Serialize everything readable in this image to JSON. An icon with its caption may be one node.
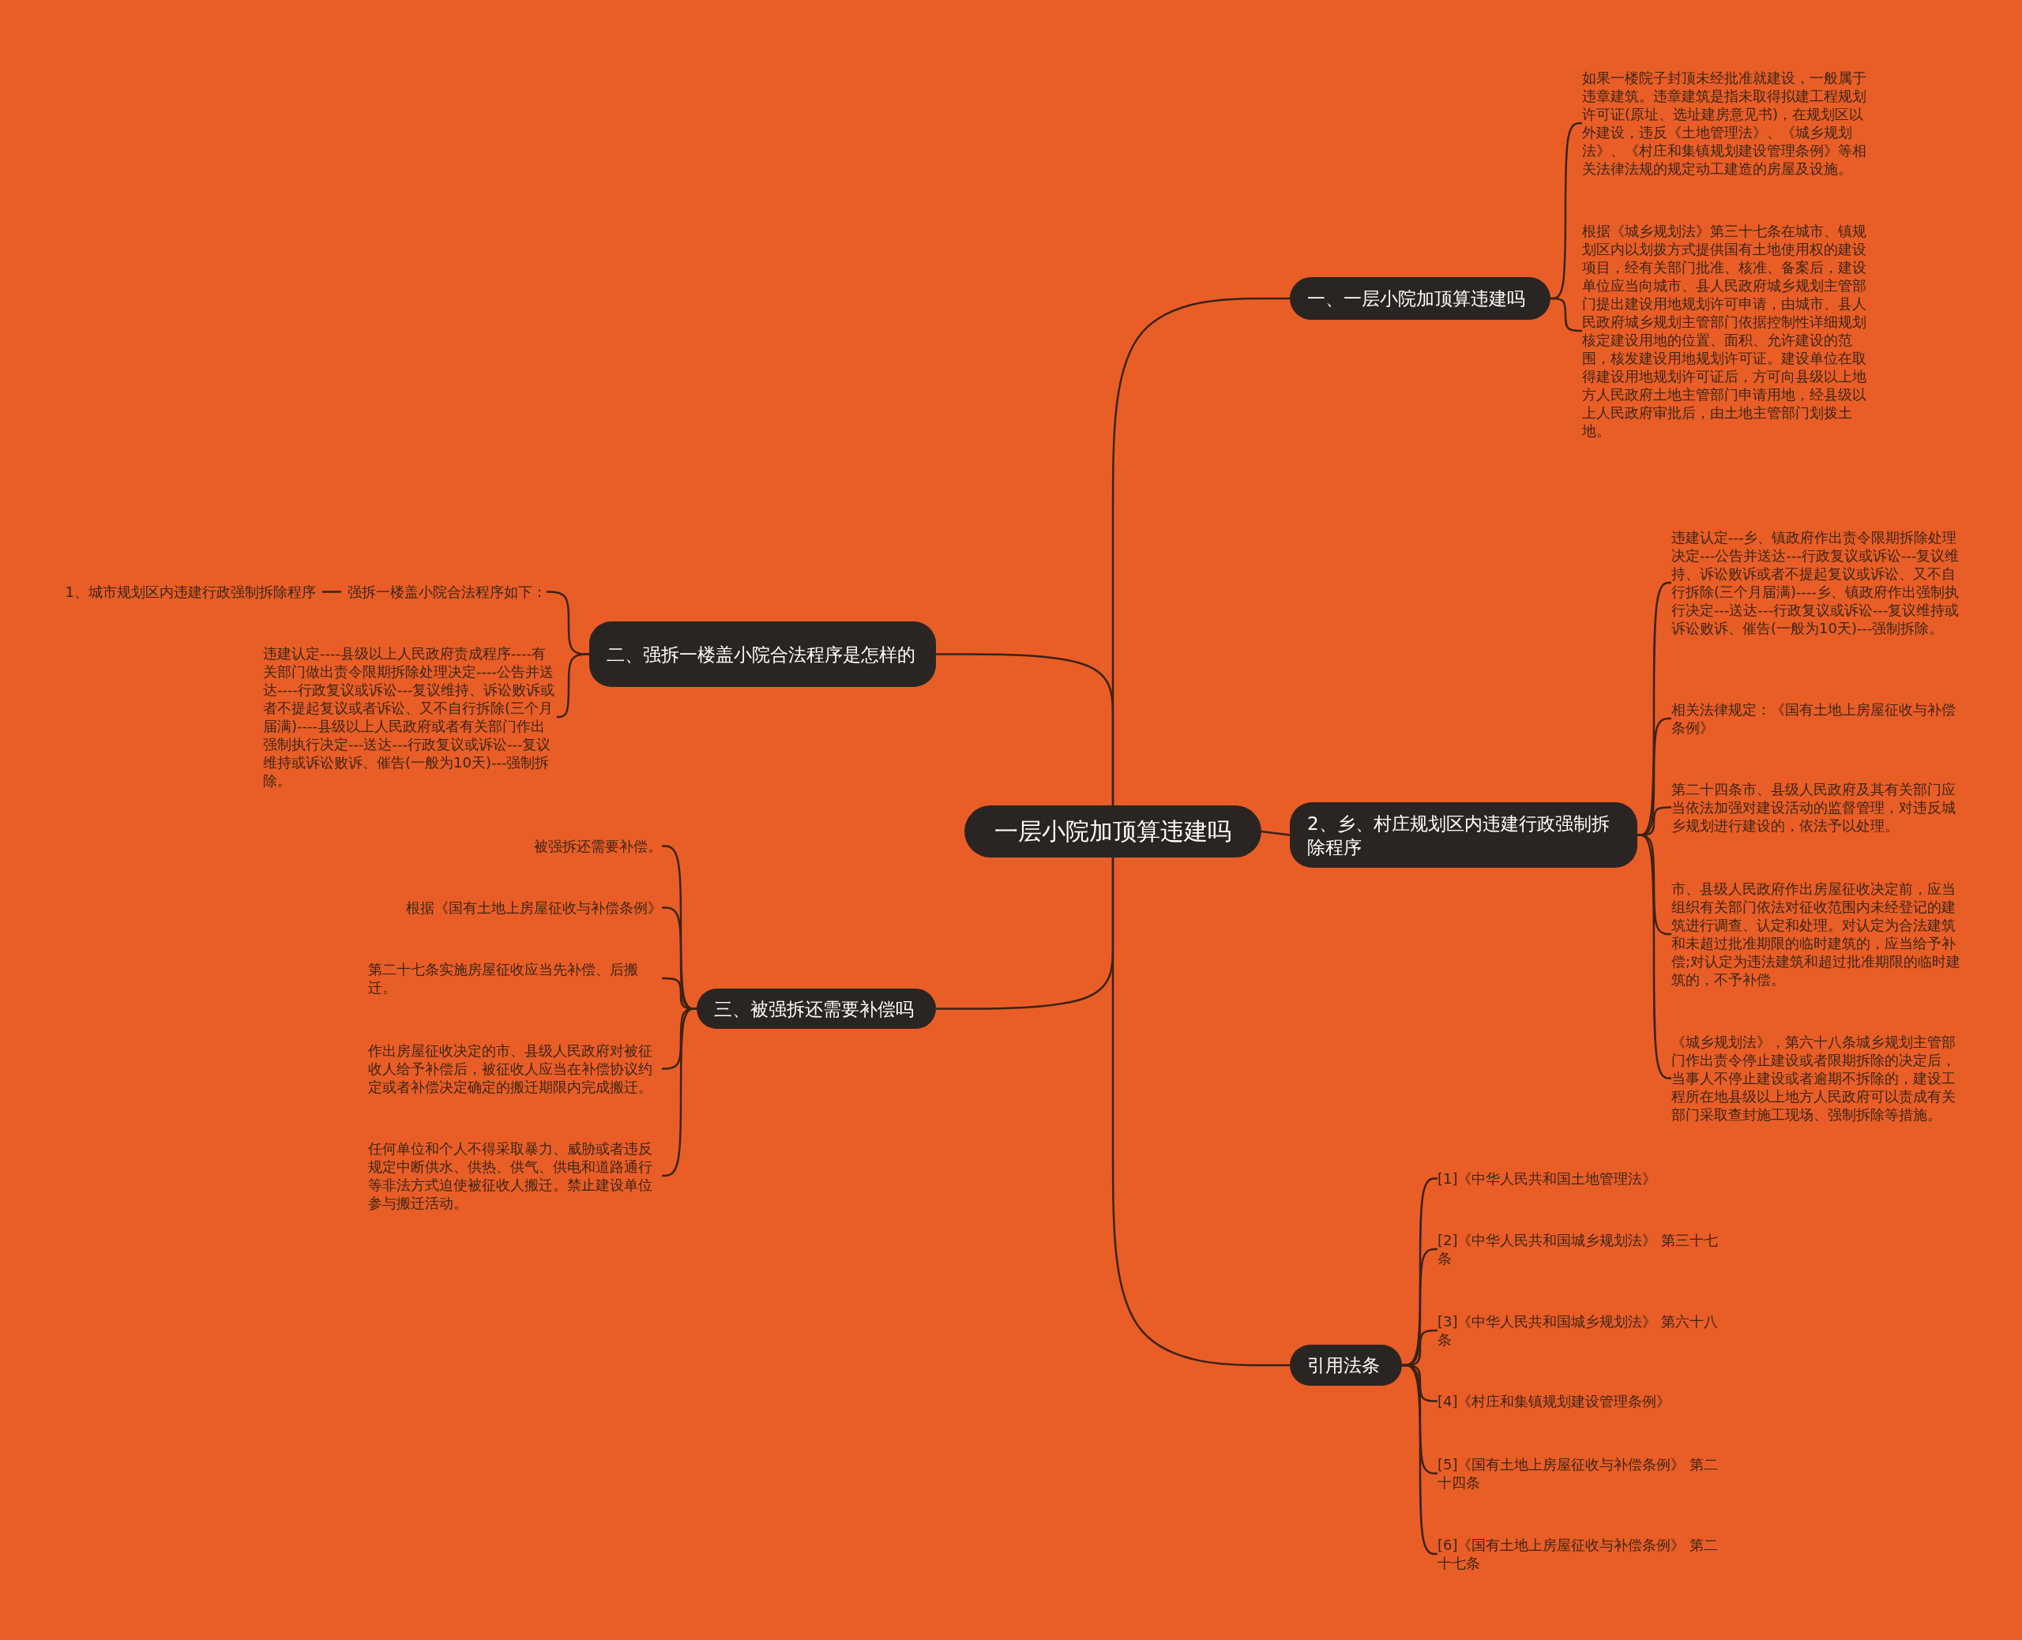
{
  "diagram": {
    "nodes": [
      {
        "text": [
          "一层小院加顶算违建吗"
        ]
      },
      {
        "text": [
          "一、一层小院加顶算违建吗"
        ]
      },
      {
        "text": [
          "如果一楼院子封顶未经批准就建设，一般属于违章建筑。违章建筑是指未取得拟建工程规划许可证(原址、选址建房意见书)，在规划区以外建设，违反《土地管理法》、《城乡规划法》、《村庄和集镇规划建设管理条例》等相关法律法规的规定动工建造的房屋及设施。"
        ]
      },
      {
        "text": [
          "根据《城乡规划法》第三十七条在城市、镇规划区内以划拨方式提供国有土地使用权的建设项目，经有关部门批准、核准、备案后，建设单位应当向城市、县人民政府城乡规划主管部门提出建设用地规划许可申请，由城市、县人民政府城乡规划主管部门依据控制性详细规划核定建设用地的位置、面积、允许建设的范围，核发建设用地规划许可证。建设单位在取得建设用地规划许可证后，方可向县级以上地方人民政府土地主管部门申请用地，经县级以上人民政府审批后，由土地主管部门划拨土地。"
        ]
      },
      {
        "text": [
          "二、强拆一楼盖小院合法程序是怎样的"
        ]
      },
      {
        "text": [
          "强拆一楼盖小院合法程序如下："
        ]
      },
      {
        "text": [
          "1、城市规划区内违建行政强制拆除程序"
        ]
      },
      {
        "text": [
          "违建认定----县级以上人民政府责成程序----有关部门做出责令限期拆除处理决定----公告并送达----行政复议或诉讼---复议维持、诉讼败诉或者不提起复议或者诉讼、又不自行拆除(三个月届满)----县级以上人民政府或者有关部门作出强制执行决定---送达---行政复议或诉讼---复议维持或诉讼败诉、催告(一般为10天)---强制拆除。"
        ]
      },
      {
        "text": [
          "2、乡、村庄规划区内违建行政强制拆除程序"
        ]
      },
      {
        "text": [
          "违建认定---乡、镇政府作出责令限期拆除处理决定---公告并送达---行政复议或诉讼---复议维持、诉讼败诉或者不提起复议或诉讼、又不自行拆除(三个月届满)----乡、镇政府作出强制执行决定---送达---行政复议或诉讼---复议维持或诉讼败诉、催告(一般为10天)---强制拆除。"
        ]
      },
      {
        "text": [
          "相关法律规定：《国有土地上房屋征收与补偿条例》"
        ]
      },
      {
        "text": [
          "第二十四条市、县级人民政府及其有关部门应当依法加强对建设活动的监督管理，对违反城乡规划进行建设的，依法予以处理。"
        ]
      },
      {
        "text": [
          "市、县级人民政府作出房屋征收决定前，应当组织有关部门依法对征收范围内未经登记的建筑进行调查、认定和处理。对认定为合法建筑和未超过批准期限的临时建筑的，应当给予补偿;对认定为违法建筑和超过批准期限的临时建筑的，不予补偿。"
        ]
      },
      {
        "text": [
          "《城乡规划法》，第六十八条城乡规划主管部门作出责令停止建设或者限期拆除的决定后，当事人不停止建设或者逾期不拆除的，建设工程所在地县级以上地方人民政府可以责成有关部门采取查封施工现场、强制拆除等措施。"
        ]
      },
      {
        "text": [
          "三、被强拆还需要补偿吗"
        ]
      },
      {
        "text": [
          "被强拆还需要补偿。"
        ]
      },
      {
        "text": [
          "根据《国有土地上房屋征收与补偿条例》"
        ]
      },
      {
        "text": [
          "第二十七条实施房屋征收应当先补偿、后搬迁。"
        ]
      },
      {
        "text": [
          "作出房屋征收决定的市、县级人民政府对被征收人给予补偿后，被征收人应当在补偿协议约定或者补偿决定确定的搬迁期限内完成搬迁。"
        ]
      },
      {
        "text": [
          "任何单位和个人不得采取暴力、威胁或者违反规定中断供水、供热、供气、供电和道路通行等非法方式迫使被征收人搬迁。禁止建设单位参与搬迁活动。"
        ]
      },
      {
        "text": [
          "引用法条"
        ]
      },
      {
        "text": [
          "[1]《中华人民共和国土地管理法》"
        ]
      },
      {
        "text": [
          "[2]《中华人民共和国城乡规划法》 第三十七条"
        ]
      },
      {
        "text": [
          "[3]《中华人民共和国城乡规划法》 第六十八条"
        ]
      },
      {
        "text": [
          "[4]《村庄和集镇规划建设管理条例》"
        ]
      },
      {
        "text": [
          "[5]《国有土地上房屋征收与补偿条例》 第二十四条"
        ]
      },
      {
        "text": [
          "[6]《国有土地上房屋征收与补偿条例》 第二十七条"
        ]
      }
    ],
    "edges": [
      {
        "from": 0,
        "to": 1,
        "arrow": "none"
      },
      {
        "from": 1,
        "to": 2,
        "arrow": "none"
      },
      {
        "from": 1,
        "to": 3,
        "arrow": "none"
      },
      {
        "from": 0,
        "to": 4,
        "arrow": "none"
      },
      {
        "from": 4,
        "to": 5,
        "arrow": "none"
      },
      {
        "from": 5,
        "to": 6,
        "arrow": "none"
      },
      {
        "from": 4,
        "to": 7,
        "arrow": "none"
      },
      {
        "from": 0,
        "to": 8,
        "arrow": "none"
      },
      {
        "from": 8,
        "to": 9,
        "arrow": "none"
      },
      {
        "from": 8,
        "to": 10,
        "arrow": "none"
      },
      {
        "from": 8,
        "to": 11,
        "arrow": "none"
      },
      {
        "from": 8,
        "to": 12,
        "arrow": "none"
      },
      {
        "from": 8,
        "to": 13,
        "arrow": "none"
      },
      {
        "from": 0,
        "to": 14,
        "arrow": "none"
      },
      {
        "from": 14,
        "to": 15,
        "arrow": "none"
      },
      {
        "from": 14,
        "to": 16,
        "arrow": "none"
      },
      {
        "from": 14,
        "to": 17,
        "arrow": "none"
      },
      {
        "from": 14,
        "to": 18,
        "arrow": "none"
      },
      {
        "from": 14,
        "to": 19,
        "arrow": "none"
      },
      {
        "from": 0,
        "to": 20,
        "arrow": "none"
      },
      {
        "from": 20,
        "to": 21,
        "arrow": "none"
      },
      {
        "from": 20,
        "to": 22,
        "arrow": "none"
      },
      {
        "from": 20,
        "to": 23,
        "arrow": "none"
      },
      {
        "from": 20,
        "to": 24,
        "arrow": "none"
      },
      {
        "from": 20,
        "to": 25,
        "arrow": "none"
      },
      {
        "from": 20,
        "to": 26,
        "arrow": "none"
      }
    ]
  }
}
